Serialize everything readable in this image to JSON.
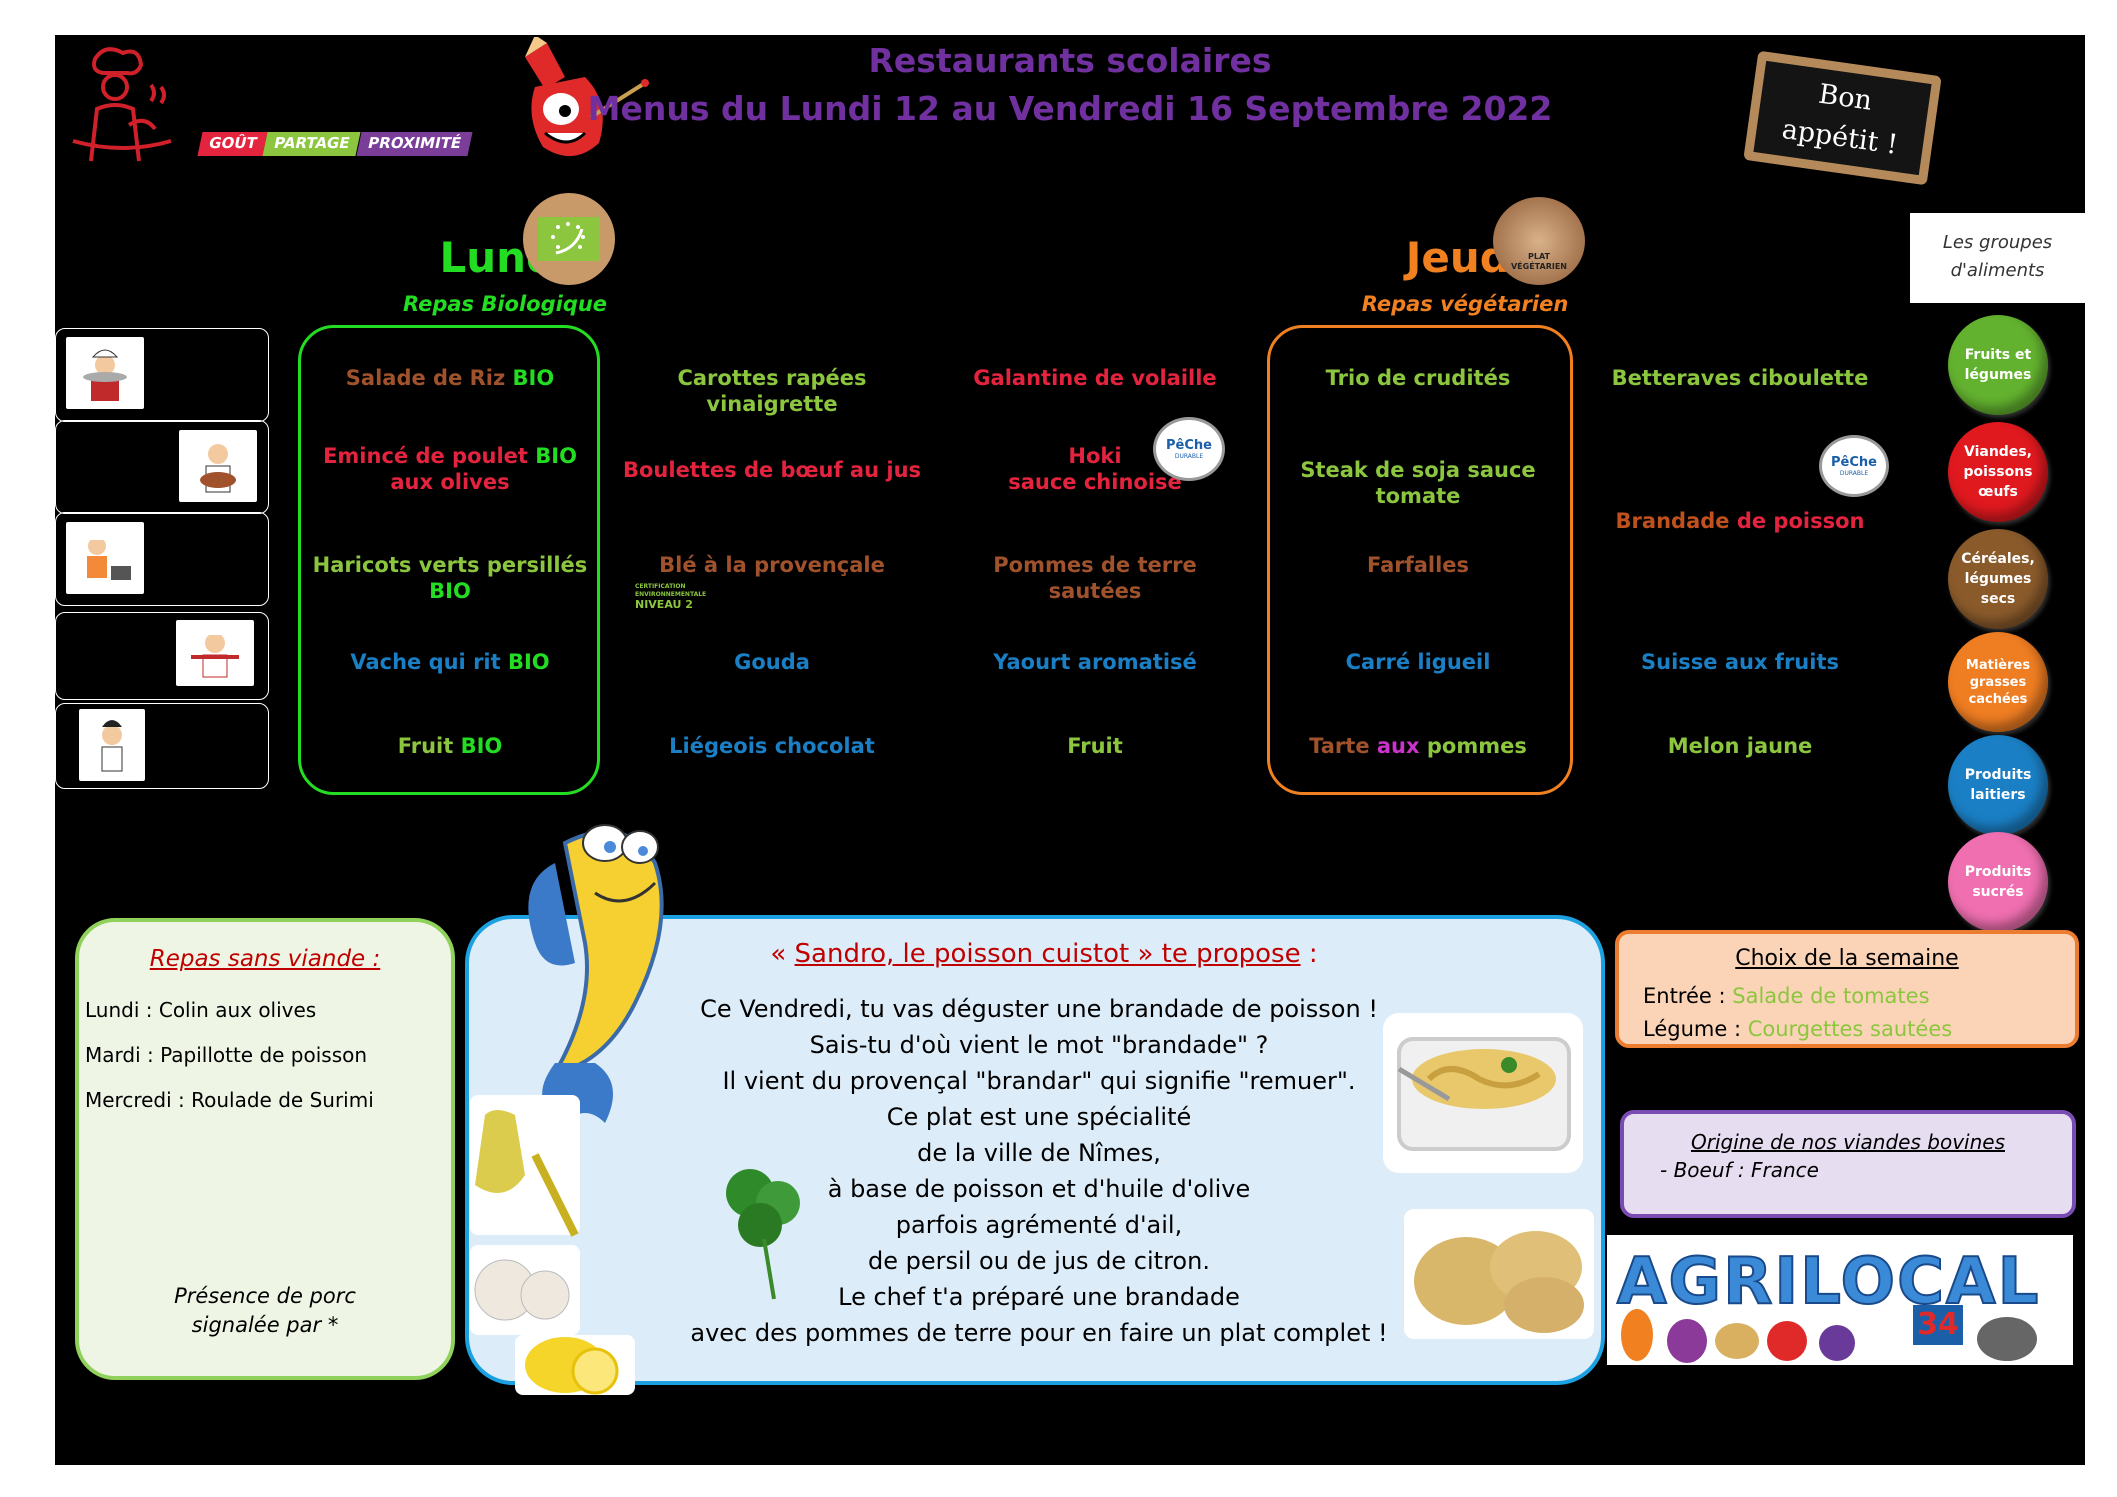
{
  "header": {
    "title": "Restaurants scolaires",
    "subtitle": "Menus du Lundi 12 au Vendredi 16 Septembre 2022",
    "slogan": [
      "GOÛT",
      "PARTAGE",
      "PROXIMITÉ"
    ],
    "slogan_colors": [
      "#e4233f",
      "#8cc63f",
      "#7a3e98"
    ],
    "bon_appetit": [
      "Bon",
      "appétit !"
    ]
  },
  "days": {
    "monday": {
      "name": "Lundi",
      "sub": "Repas Biologique",
      "badge": "bio-leaf-icon"
    },
    "thursday": {
      "name": "Jeudi",
      "sub": "Repas végétarien",
      "badge_text": [
        "PLAT",
        "VÉGÉTARIEN"
      ]
    }
  },
  "menu": {
    "row1": [
      "Salade de Riz ",
      "BIO",
      "Carottes rapées vinaigrette",
      "Galantine de volaille",
      "Trio de crudités",
      "Betteraves ciboulette"
    ],
    "row2": [
      "Emincé de poulet ",
      "BIO",
      " aux olives",
      "Boulettes de bœuf au jus",
      "Hoki",
      "sauce chinoise",
      "Steak de soja sauce tomate",
      "Brandade ",
      "de poisson"
    ],
    "row3": [
      "Haricots verts persillés ",
      "BIO",
      "Blé à la provençale",
      "Pommes de terre sautées",
      "Farfalles"
    ],
    "row4": [
      "Vache qui rit ",
      "BIO",
      "Gouda",
      "Yaourt aromatisé",
      "Carré ligueil",
      "Suisse aux fruits"
    ],
    "row5": [
      "Fruit ",
      "BIO",
      "Liégeois chocolat",
      "Fruit",
      "Tarte ",
      "aux",
      " pommes",
      "Melon jaune"
    ],
    "peche_badge": [
      "PêChe",
      "DURABLE"
    ],
    "certif": [
      "CERTIFICATION",
      "ENVIRONNEMENTALE",
      "NIVEAU 2"
    ]
  },
  "groups": {
    "title": [
      "Les groupes",
      "d'aliments"
    ],
    "items": [
      {
        "label": [
          "Fruits et",
          "légumes"
        ],
        "color": "#63b22f"
      },
      {
        "label": [
          "Viandes,",
          "poissons",
          "œufs"
        ],
        "color": "#e0191f"
      },
      {
        "label": [
          "Céréales,",
          "légumes",
          "secs"
        ],
        "color": "#8a5a2b"
      },
      {
        "label": [
          "Matières",
          "grasses",
          "cachées"
        ],
        "color": "#ef7d22"
      },
      {
        "label": [
          "Produits",
          "laitiers"
        ],
        "color": "#1a7fc4"
      },
      {
        "label": [
          "Produits",
          "sucrés"
        ],
        "color": "#ef6fb0"
      }
    ]
  },
  "sans_viande": {
    "title": "Repas sans viande :",
    "lines": [
      "Lundi : Colin aux olives",
      "Mardi : Papillotte de poisson",
      "Mercredi : Roulade de Surimi"
    ],
    "porc": [
      "Présence de porc",
      "signalée par *"
    ]
  },
  "sandro": {
    "title_prefix": "« ",
    "title_link": "Sandro, le poisson cuistot » te propose",
    "title_suffix": " :",
    "lines": [
      "Ce Vendredi, tu vas déguster une brandade de poisson !",
      "Sais-tu d'où vient le mot \"brandade\" ?",
      "Il vient du provençal \"brandar\" qui signifie \"remuer\".",
      "Ce plat est une spécialité",
      "de la ville de Nîmes,",
      "à base de poisson et d'huile d'olive",
      "parfois agrémenté d'ail,",
      "de persil ou de jus de citron.",
      "Le chef t'a préparé une brandade",
      "avec des pommes de terre pour en faire un plat complet !"
    ]
  },
  "choix": {
    "title": "Choix de la semaine",
    "entree_label": "Entrée : ",
    "entree": "Salade de tomates",
    "legume_label": "Légume : ",
    "legume": "Courgettes sautées"
  },
  "origine": {
    "title": "Origine de nos viandes bovines",
    "line": "- Boeuf : France"
  },
  "agrilocal": {
    "word": "AGRILOCAL",
    "num": "34"
  }
}
